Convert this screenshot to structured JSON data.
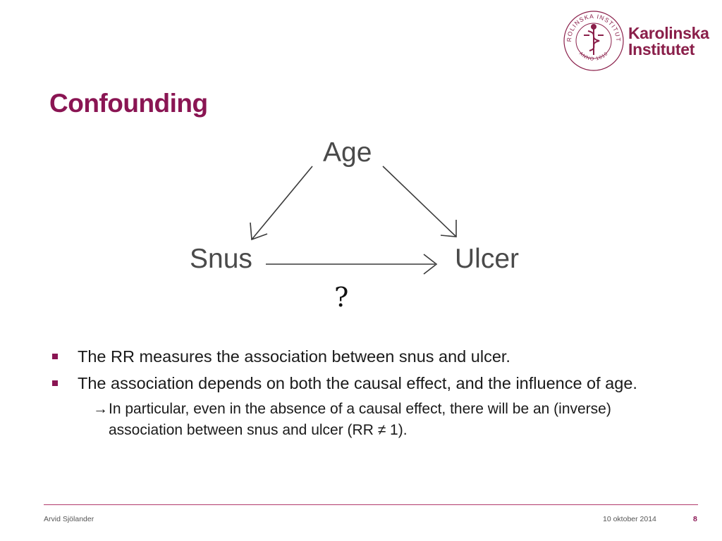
{
  "logo": {
    "seal_text": "KAROLINSKA INSTITUTET",
    "seal_year": "ANNO 1810",
    "line1": "Karolinska",
    "line2": "Institutet",
    "color": "#8a1f4a"
  },
  "slide": {
    "title": "Confounding",
    "accent_color": "#8a1553"
  },
  "diagram": {
    "nodes": {
      "top": "Age",
      "left": "Snus",
      "right": "Ulcer"
    },
    "edges": [
      {
        "from": "Age",
        "to": "Snus"
      },
      {
        "from": "Age",
        "to": "Ulcer"
      },
      {
        "from": "Snus",
        "to": "Ulcer"
      }
    ],
    "question_mark": "?"
  },
  "bullets": [
    {
      "text": "The RR measures the association between snus and ulcer."
    },
    {
      "text": "The association depends on both the causal effect, and the influence of age."
    }
  ],
  "sub_bullet": {
    "arrow": "→",
    "text": "In particular, even in the absence of a causal effect, there will be an (inverse) association between snus and ulcer (RR ≠ 1)."
  },
  "footer": {
    "author": "Arvid Sjölander",
    "date": "10 oktober 2014",
    "page": "8"
  }
}
